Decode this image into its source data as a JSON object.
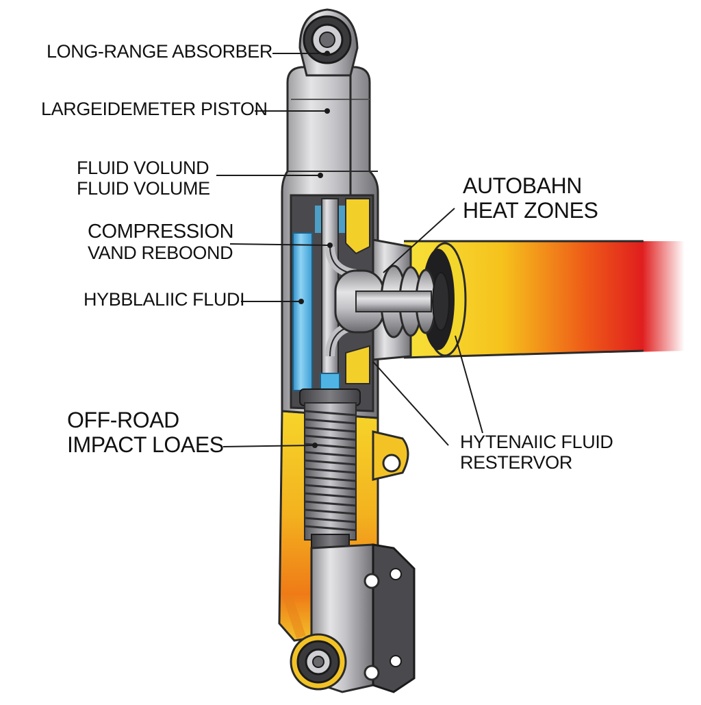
{
  "title": "Shock absorber cutaway diagram",
  "labels": {
    "long_range_absorber": "LONG-RANGE ABSORBER",
    "large_diameter_piston": "LARGEIDEMETER PISTON",
    "fluid_volume_1": "FLUID VOLUND",
    "fluid_volume_2": "FLUID VOLUME",
    "compression_1": "COMPRESSION",
    "compression_2": "VAND REBOOND",
    "hydraulic_fluid": "HYBBLALIIC FLUDI",
    "off_road_1": "OFF-ROAD",
    "off_road_2": "IMPACT LOAES",
    "autobahn_1": "AUTOBAHN",
    "autobahn_2": "HEAT ZONES",
    "reservoir_1": "HYTENAIIC FLUID",
    "reservoir_2": "RESTERVOR"
  },
  "colors": {
    "steel_light": "#d8d8da",
    "steel_mid": "#a9a9ad",
    "steel_dark": "#5c5c60",
    "outline": "#2a2a2a",
    "fluid_blue": "#4fb4e3",
    "heat_yellow": "#f6d22a",
    "heat_orange": "#f29a1c",
    "heat_red": "#e21d1d"
  }
}
